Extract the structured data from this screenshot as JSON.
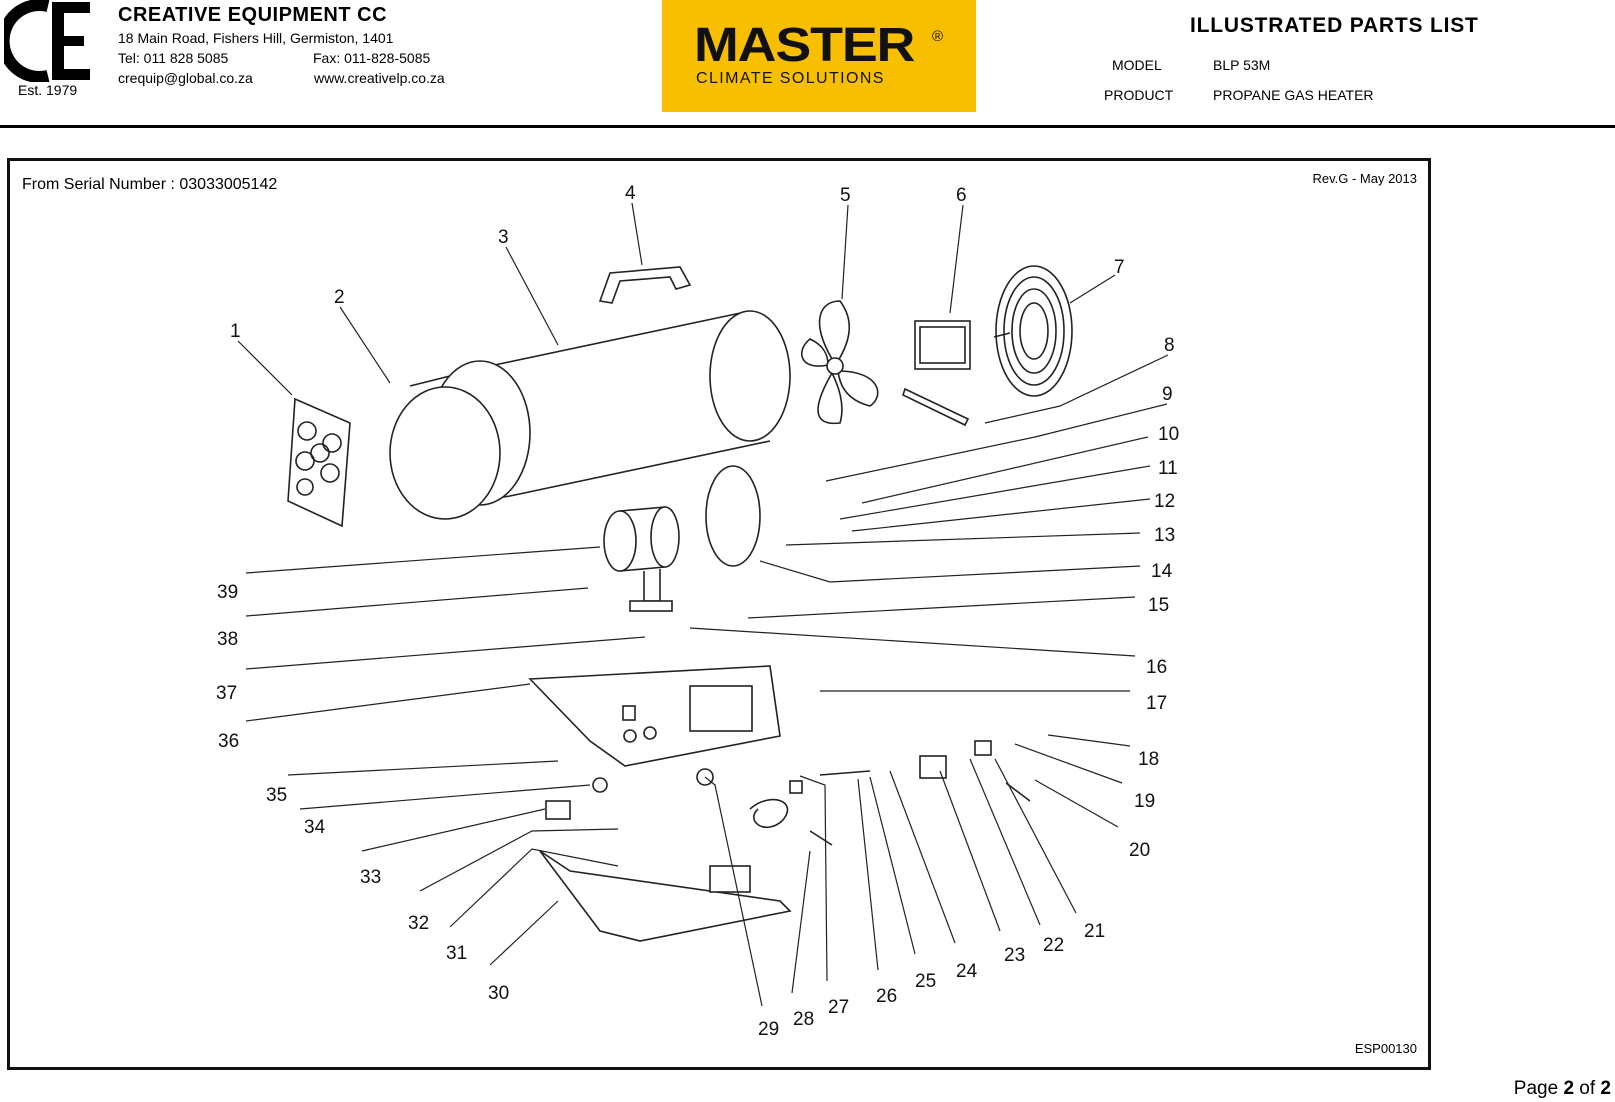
{
  "header": {
    "company_name": "CREATIVE EQUIPMENT CC",
    "address": "18 Main Road, Fishers Hill, Germiston, 1401",
    "tel": "Tel: 011 828 5085",
    "fax": "Fax: 011-828-5085",
    "email": "crequip@global.co.za",
    "website": "www.creativelp.co.za",
    "established": "Est. 1979",
    "logo_letters": "CE",
    "brand_name": "MASTER",
    "brand_registered": "®",
    "brand_tagline": "CLIMATE SOLUTIONS",
    "brand_color": "#f8bf00",
    "doc_title": "ILLUSTRATED PARTS LIST",
    "model_label": "MODEL",
    "model_value": "BLP 53M",
    "product_label": "PRODUCT",
    "product_value": "PROPANE GAS HEATER"
  },
  "diagram": {
    "serial_text": "From Serial  Number :  03033005142",
    "revision": "Rev.G - May 2013",
    "drawing_code": "ESP00130",
    "callouts": [
      "1",
      "2",
      "3",
      "4",
      "5",
      "6",
      "7",
      "8",
      "9",
      "10",
      "11",
      "12",
      "13",
      "14",
      "15",
      "16",
      "17",
      "18",
      "19",
      "20",
      "21",
      "22",
      "23",
      "24",
      "25",
      "26",
      "27",
      "28",
      "29",
      "30",
      "31",
      "32",
      "33",
      "34",
      "35",
      "36",
      "37",
      "38",
      "39"
    ]
  },
  "footer": {
    "page_prefix": "Page ",
    "page_current": "2",
    "page_of": " of ",
    "page_total": "2"
  }
}
